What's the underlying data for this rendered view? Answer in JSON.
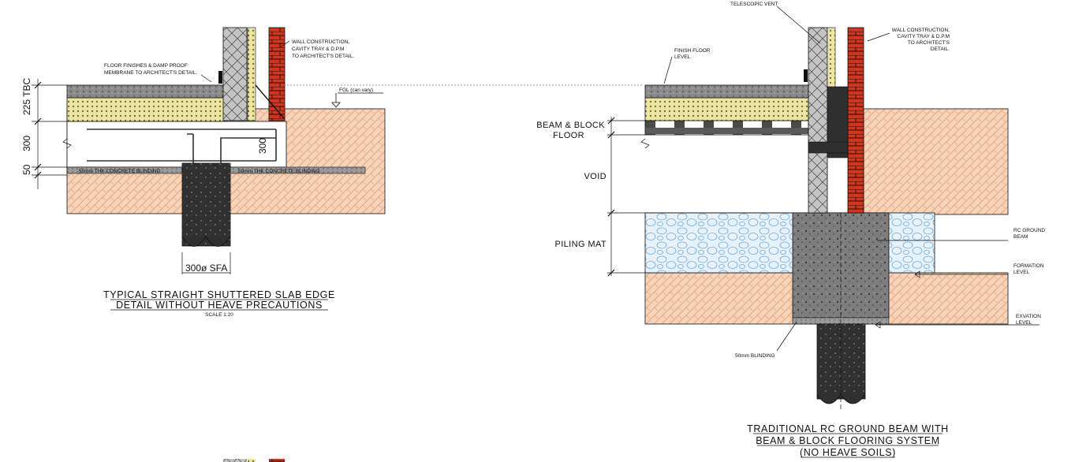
{
  "detail_1": {
    "title_line_1": "TYPICAL STRAIGHT SHUTTERED SLAB EDGE",
    "title_line_2": "DETAIL WITHOUT HEAVE PRECAUTIONS",
    "scale": "SCALE 1:20",
    "note_floor": [
      "FLOOR FINISHES & DAMP PROOF",
      "MEMBRANE TO ARCHITECT'S DETAIL."
    ],
    "note_wall": [
      "WALL CONSTRUCTION,",
      "CAVITY TRAY & D.P.M",
      "TO ARCHITECT'S DETAIL."
    ],
    "fgl": "FGL (can vary)",
    "dim_225": "225 TBC",
    "dim_300": "300",
    "dim_300_beam": "300",
    "dim_50": "50",
    "blinding_left": "50mm THK CONCRETE BLINDING",
    "blinding_right": "50mm THK CONCRETE BLINDING",
    "pile": "300ø SFA"
  },
  "detail_2": {
    "title_line_1": "TRADITIONAL RC GROUND BEAM WITH",
    "title_line_2": "BEAM & BLOCK FLOORING SYSTEM",
    "title_line_3": "(NO HEAVE SOILS)",
    "telescopic_vent": "TELESCOPIC VENT",
    "note_wall": [
      "WALL CONSTRUCTION,",
      "CAVITY TRAY & D.P.M",
      "TO ARCHITECT'S",
      "DETAIL."
    ],
    "finish_floor": [
      "FINISH FLOOR",
      "LEVEL"
    ],
    "beam_block": [
      "BEAM & BLOCK",
      "FLOOR"
    ],
    "void": "VOID",
    "piling_mat": "PILING MAT",
    "rc_ground_beam": [
      "RC GROUND",
      "BEAM"
    ],
    "formation_level": [
      "FORMATION",
      "LEVEL"
    ],
    "exvation_level": [
      "EXVATION",
      "LEVEL"
    ],
    "blinding": "50mm BLINDING"
  },
  "colors": {
    "soil": "#f5c9a9",
    "brick": "#d3341c",
    "insulation": "#ece6a4",
    "screed": "#8d8d8d",
    "block": "#b9b9b9",
    "concrete": "#2d2d2d",
    "piling_mat": "#dbeefb"
  }
}
